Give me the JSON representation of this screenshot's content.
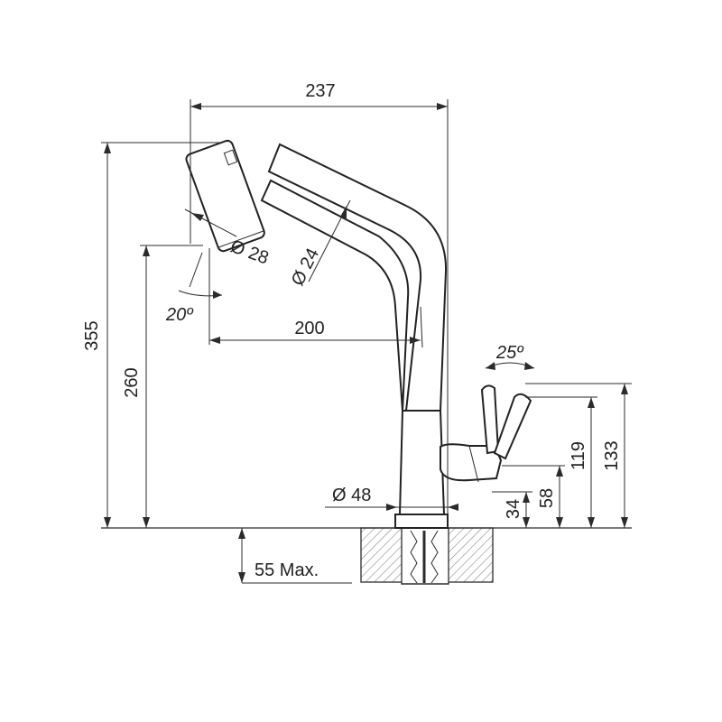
{
  "drawing": {
    "dimensions": {
      "overall_width": "237",
      "overall_height": "355",
      "spout_height": "260",
      "spout_reach": "200",
      "spray_head_diameter": "Ø 28",
      "spout_diameter": "Ø 24",
      "spray_angle": "20º",
      "lever_angle": "25º",
      "base_diameter": "Ø 48",
      "max_worktop_thickness": "55 Max.",
      "handle_height_133": "133",
      "handle_height_119": "119",
      "handle_height_58": "58",
      "handle_height_34": "34"
    },
    "colors": {
      "line": "#2b2b2b",
      "text": "#222222",
      "hatch": "#8a8a8a"
    }
  }
}
